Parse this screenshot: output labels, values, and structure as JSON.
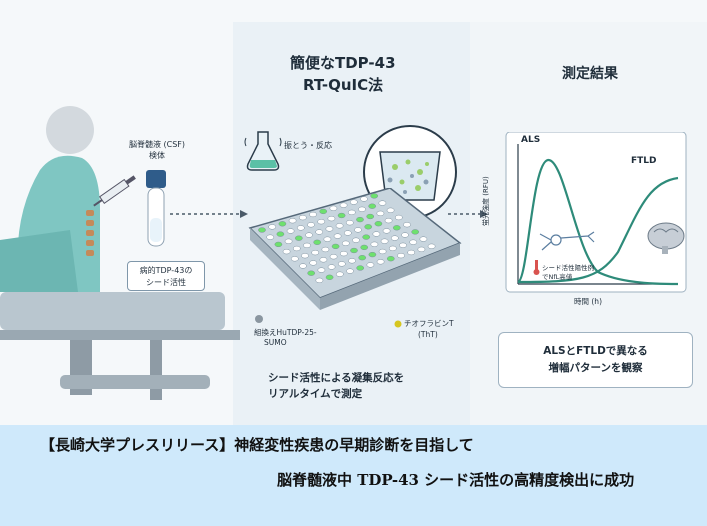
{
  "middle": {
    "title_line1": "簡便なTDP-43",
    "title_line2": "RT-QuIC法",
    "shake_label": "振とう・反応",
    "substrate_label_line1": "組換えHuTDP-25-",
    "substrate_label_line2": "SUMO",
    "tht_label_line1": "チオフラビンT",
    "tht_label_line2": "(ThT)",
    "caption_line1": "シード活性による凝集反応を",
    "caption_line2": "リアルタイムで測定"
  },
  "left": {
    "csf_label_line1": "脳脊髄液 (CSF)",
    "csf_label_line2": "検体",
    "seed_label_line1": "病的TDP-43の",
    "seed_label_line2": "シード活性"
  },
  "right": {
    "title": "測定結果",
    "conclusion_line1": "ALSとFTLDで異なる",
    "conclusion_line2": "増幅パターンを観察",
    "note_line1": "シード活性陽性例",
    "note_line2": "でNfL高値"
  },
  "chart_data": {
    "type": "line",
    "xlabel": "時間 (h)",
    "ylabel": "蛍光強度 (RFU)",
    "series": [
      {
        "name": "ALS",
        "shape": "early sharp rise then decline",
        "color": "#2e8b7a"
      },
      {
        "name": "FTLD",
        "shape": "delayed sigmoid rise",
        "color": "#2e8b7a"
      }
    ],
    "grid": false,
    "legend": "inline labels"
  },
  "banner": {
    "line1": "【長崎大学プレスリリース】神経変性疾患の早期診断を目指して",
    "line2": "脳脊髄液中 TDP-43 シード活性の高精度検出に成功"
  },
  "colors": {
    "accent_green": "#6ee06e",
    "curve": "#2e8b7a",
    "banner_bg": "#cfe9fb"
  }
}
